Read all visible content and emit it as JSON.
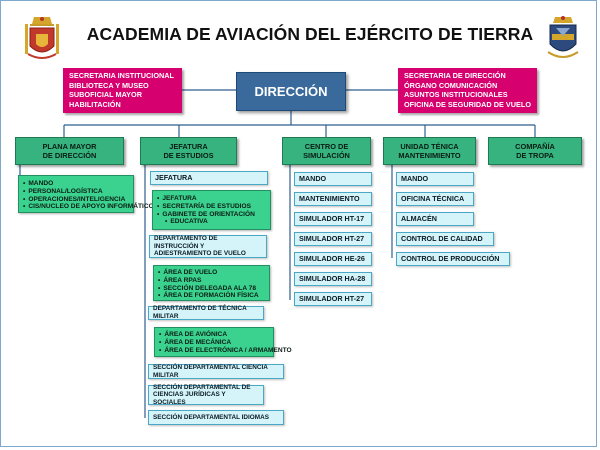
{
  "title": "ACADEMIA DE AVIACIÓN DEL EJÉRCITO DE TIERRA",
  "colors": {
    "magenta": "#d6006f",
    "direction": "#3a6a9c",
    "green": "#36b37e",
    "cyan": "#d4f4fa",
    "connector": "#2f5f8e"
  },
  "emblems": {
    "left": "army-crest-icon",
    "right": "aviation-crest-icon"
  },
  "left_magenta": [
    "SECRETARIA INSTITUCIONAL",
    "BIBLIOTECA Y MUSEO",
    "SUBOFICIAL MAYOR",
    "HABILITACIÓN"
  ],
  "right_magenta": [
    "SECRETARIA DE DIRECCIÓN",
    "ÓRGANO COMUNICACIÓN",
    "ASUNTOS INSTITUCIONALES",
    "OFICINA DE SEGURIDAD DE VUELO"
  ],
  "direction": "DIRECCIÓN",
  "units": {
    "plana": {
      "line1": "PLANA MAYOR",
      "line2": "DE DIRECCIÓN"
    },
    "jefatura": {
      "line1": "JEFATURA",
      "line2": "DE ESTUDIOS"
    },
    "centro": {
      "line1": "CENTRO DE",
      "line2": "SIMULACIÓN"
    },
    "unidad": {
      "line1": "UNIDAD TÉNICA",
      "line2": "MANTENIMIENTO"
    },
    "compania": {
      "line1": "COMPAÑÍA",
      "line2": "DE TROPA"
    }
  },
  "plana_items": [
    "MANDO",
    "PERSONAL/LOGÍSTICA",
    "OPERACIONES/INTELIGENCIA",
    "CIS/NUCLEO DE APOYO INFORMÁTICO"
  ],
  "jefatura_children": {
    "jefatura_label": "JEFATURA",
    "jefatura_items": [
      "JEFATURA",
      "SECRETARÍA DE ESTUDIOS",
      "GABINETE DE ORIENTACIÓN",
      "EDUCATIVA"
    ],
    "dept_instruccion": {
      "line1": "DEPARTAMENTO DE INSTRUCCIÓN Y",
      "line2": "ADIESTRAMIENTO DE VUELO"
    },
    "instruccion_items": [
      "ÁREA DE VUELO",
      "ÁREA RPAS",
      "SECCIÓN DELEGADA ALA 78",
      "ÁREA DE FORMACIÓN FÍSICA"
    ],
    "dept_tecnica": "DEPARTAMENTO DE TÉCNICA MILITAR",
    "tecnica_items": [
      "ÁREA DE AVIÓNICA",
      "ÁREA DE MECÁNICA",
      "ÁREA DE ELECTRÓNICA / ARMAMENTO"
    ],
    "seccion_ciencia": "SECCIÓN DEPARTAMENTAL CIENCIA MILITAR",
    "seccion_juridicas": {
      "line1": "SECCIÓN DEPARTAMENTAL DE",
      "line2": "CIENCIAS JURÍDICAS Y SOCIALES"
    },
    "seccion_idiomas": "SECCIÓN DEPARTAMENTAL IDIOMAS"
  },
  "centro_items": [
    "MANDO",
    "MANTENIMIENTO",
    "SIMULADOR HT-17",
    "SIMULADOR HT-27",
    "SIMULADOR HE-26",
    "SIMULADOR HA-28",
    "SIMULADOR HT-27"
  ],
  "unidad_items": [
    "MANDO",
    "OFICINA TÉCNICA",
    "ALMACÉN",
    "CONTROL DE CALIDAD",
    "CONTROL DE PRODUCCIÓN"
  ]
}
